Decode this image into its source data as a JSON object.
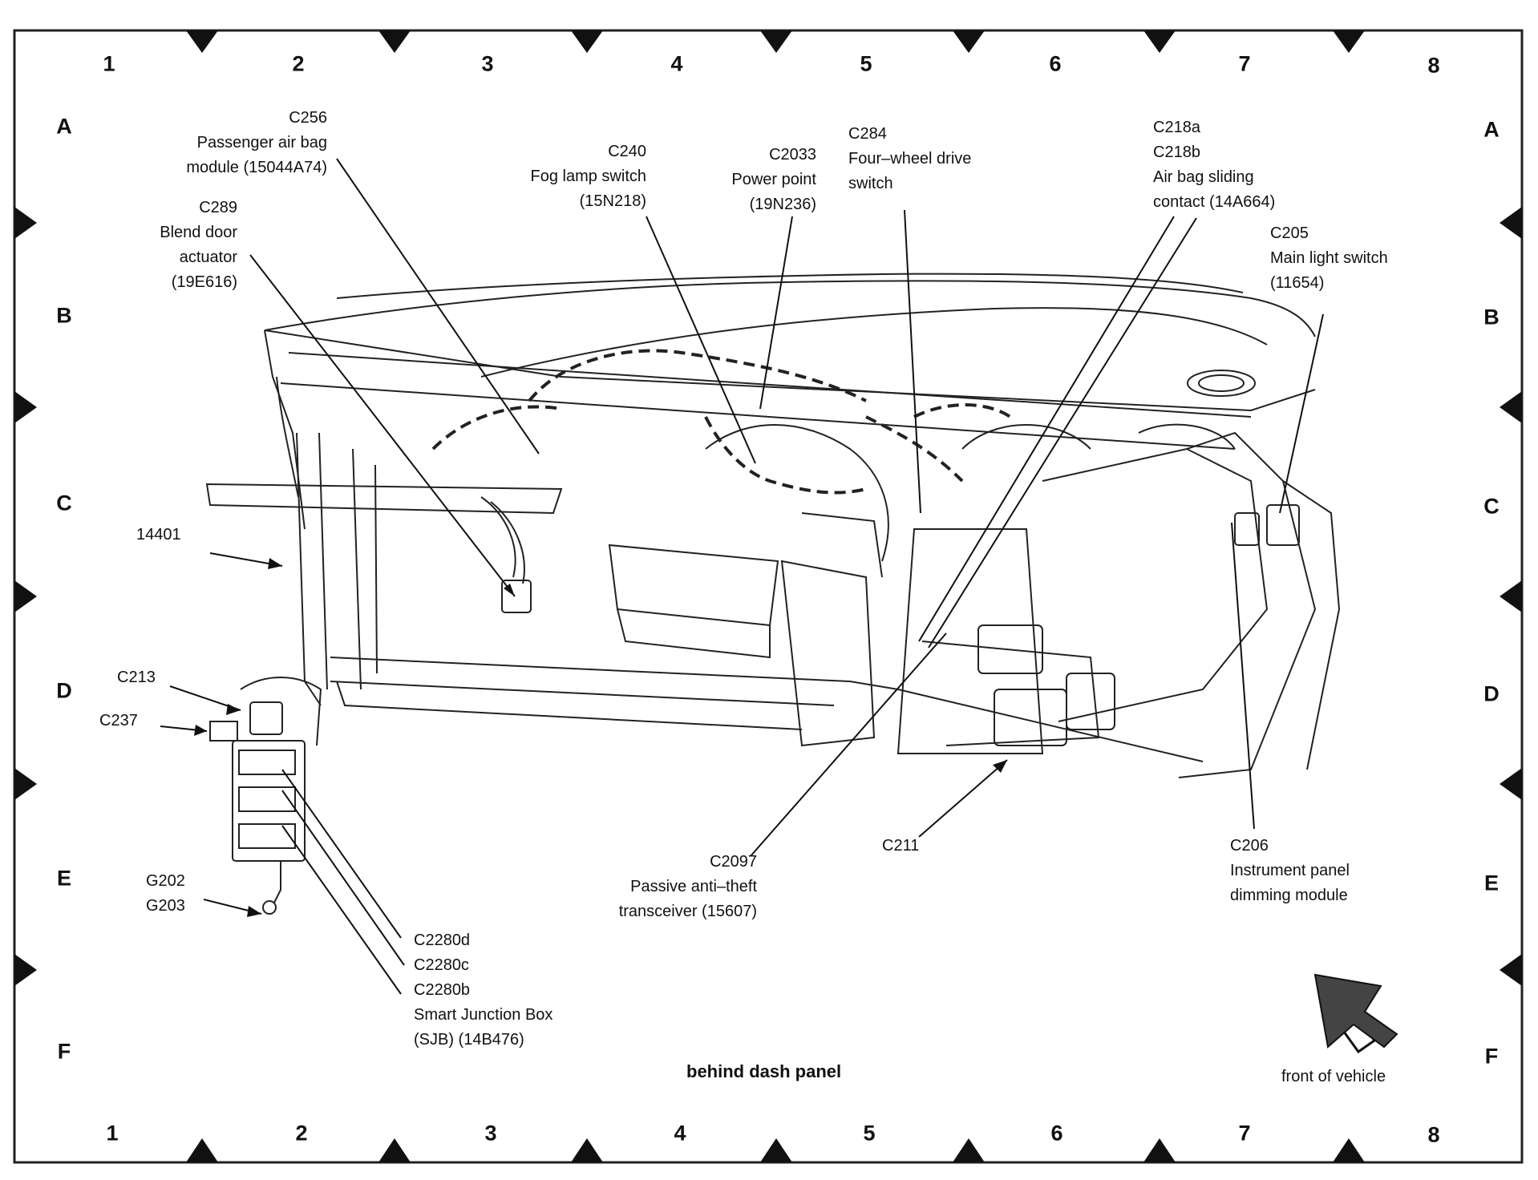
{
  "caption": "behind dash panel",
  "orientation_label": "front of vehicle",
  "grid": {
    "columns": [
      "1",
      "2",
      "3",
      "4",
      "5",
      "6",
      "7",
      "8"
    ],
    "rows": [
      "A",
      "B",
      "C",
      "D",
      "E",
      "F"
    ]
  },
  "callouts": {
    "c256": [
      "C256",
      "Passenger air bag",
      "module (15044A74)"
    ],
    "c289": [
      "C289",
      "Blend door",
      "actuator",
      "(19E616)"
    ],
    "c240": [
      "C240",
      "Fog lamp switch",
      "(15N218)"
    ],
    "c2033": [
      "C2033",
      "Power point",
      "(19N236)"
    ],
    "c284": [
      "C284",
      "Four–wheel drive",
      "switch"
    ],
    "c218": [
      "C218a",
      "C218b",
      "Air bag sliding",
      "contact (14A664)"
    ],
    "c205": [
      "C205",
      "Main light switch",
      "(11654)"
    ],
    "c14401": [
      "14401"
    ],
    "c213": [
      "C213"
    ],
    "c237": [
      "C237"
    ],
    "g202": [
      "G202",
      "G203"
    ],
    "c2280": [
      "C2280d",
      "C2280c",
      "C2280b",
      "Smart Junction Box",
      "(SJB) (14B476)"
    ],
    "c2097": [
      "C2097",
      "Passive anti–theft",
      "transceiver (15607)"
    ],
    "c211": [
      "C211"
    ],
    "c206": [
      "C206",
      "Instrument panel",
      "dimming module"
    ]
  }
}
